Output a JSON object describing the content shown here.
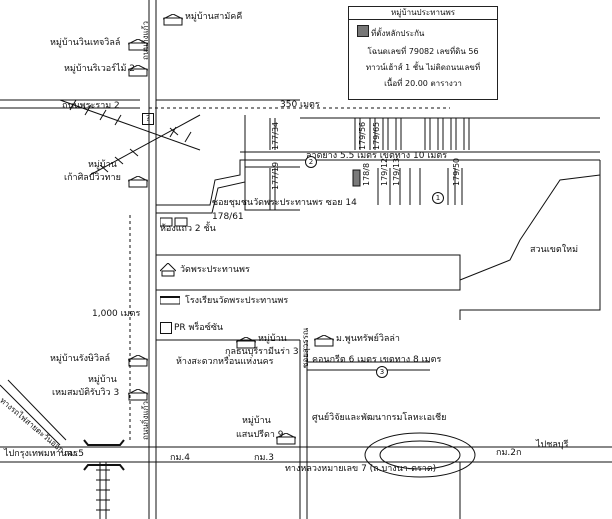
{
  "legend": {
    "title": "หมู่บ้านประทานพร",
    "point_label": "ที่ตั้งหลักประกัน",
    "line1": "โฉนดเลขที่ 79082 เลขที่ดิน 56",
    "line2": "ทาวน์เฮ้าส์ 1 ชั้น ไม่ติดถนนเลขที่",
    "line3": "เนื้อที่ 20.00 ตารางวา"
  },
  "places": {
    "samakkhi": "หมู่บ้านสามัคคี",
    "winter_village": "หมู่บ้านวินเทจวิลล์",
    "riverside2": "หมู่บ้านริเวอร์ไม้ 2",
    "moo_ban": "หมู่บ้าน",
    "kao_silp": "เก้าศิลป์วิวทาย",
    "wat": "วัดพระประทานพร",
    "school": "โรงเรียนวัดพระประทานพร",
    "pr": "PR พร็อซ์ซัน",
    "moo_ban2": "หมู่บ้าน",
    "dealer": "กุลธนบุรีรามีนร่า 3",
    "thanam": "ห้างสะดวกหรือนแห่งนคร",
    "rangsiwit": "หมู่บ้านรังษิวิลล์",
    "moo_ban3": "หมู่บ้าน",
    "hemrat": "เหมสมบัติรับวิว 3",
    "moo_ban4": "หมู่บ้าน",
    "saensuk": "แสนปรีดา 9",
    "poonsap": "ม.พูนทรัพย์วิลล่า",
    "research": "ศูนย์วิจัยและพัฒนากรมโลหะเอเชีย",
    "room2": "ห้องแถว 2 ชั้น",
    "park": "สวนเขตใหม่"
  },
  "roads": {
    "suksawat": "ถนนพระราม 2",
    "soi14": "ซอยชุมชนวัดพระประทานพร ซอย 14",
    "concrete1": "ลาดยาง 5.5 เมตร เขตทาง 10 เมตร",
    "concrete2": "คอนกรีต 6 เมตร เขตทาง 8 เมตร",
    "rama2_in": "ทางหลวงหมายเลข 7 (ถ.บางนา-ตราด)",
    "to_chonburi": "ไปชลบุรี",
    "to_bangkok": "ไปกรุงเทพมหานคร",
    "km5": "กม.5",
    "km4": "กม.4",
    "km3": "กม.3",
    "km2": "กม.2ก",
    "rail": "ทางรถไฟสายตะวันออก",
    "vert_road": "ถนนกิ่งแก้ว",
    "vert_road2": "ถนนกิ่งแก้ว",
    "vert_road3": "ซอยสุวรรณ"
  },
  "distances": {
    "d350": "350 เมตร",
    "d1000": "1,000 เมตร"
  },
  "plots": {
    "p1": "177/34",
    "p2": "177/19",
    "p3": "179/56",
    "p4": "179/65",
    "p5": "178/8",
    "p6": "179/12",
    "p7": "179/13",
    "p8": "179/50",
    "p9": "178/61"
  },
  "markers": {
    "m1": "1",
    "m2": "2",
    "m3": "3"
  },
  "colors": {
    "ink": "#111111",
    "subject": "#7a7a7a"
  }
}
